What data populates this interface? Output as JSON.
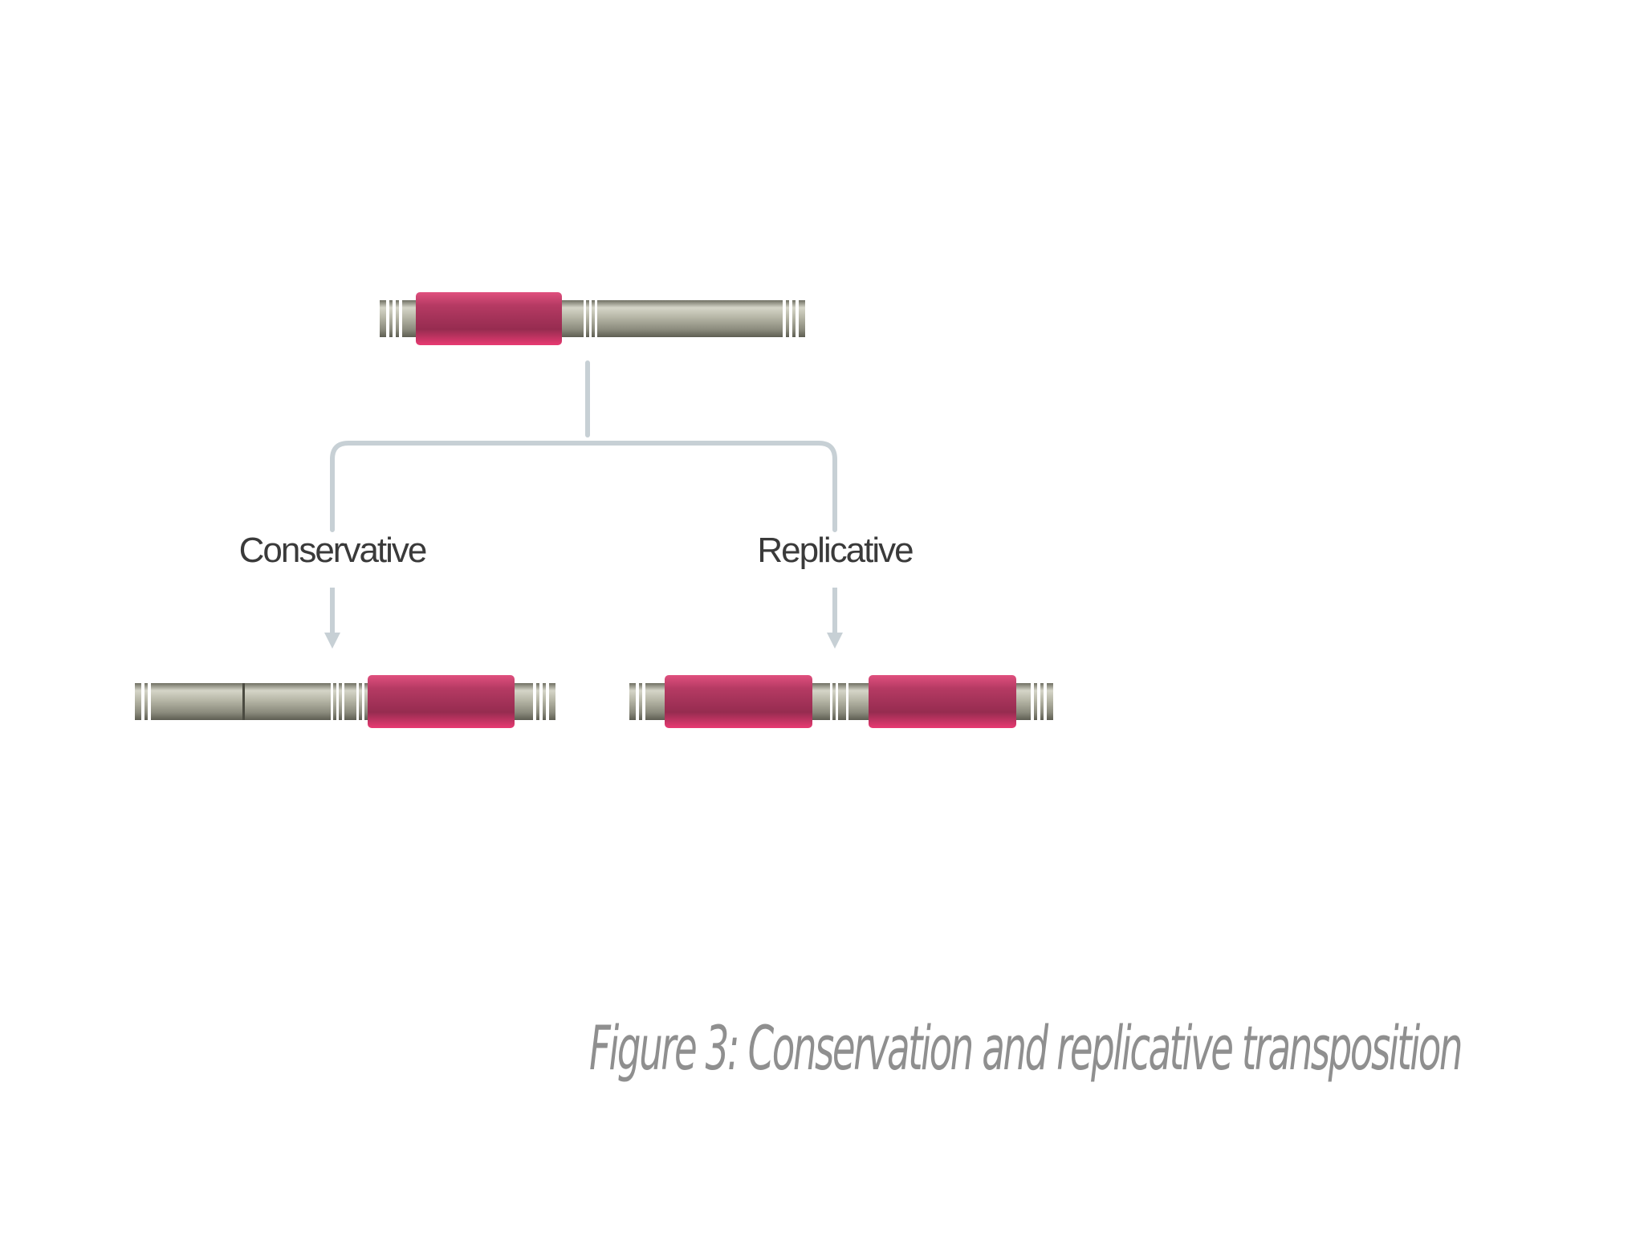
{
  "labels": {
    "conservative": "Conservative",
    "replicative": "Replicative"
  },
  "caption": "Figure 3: Conservation and replicative transposition",
  "colors": {
    "host_dna": "#a3a391",
    "transposon": "#b0345e",
    "connector": "#c7d0d5",
    "caption": "#8f8f8f"
  }
}
